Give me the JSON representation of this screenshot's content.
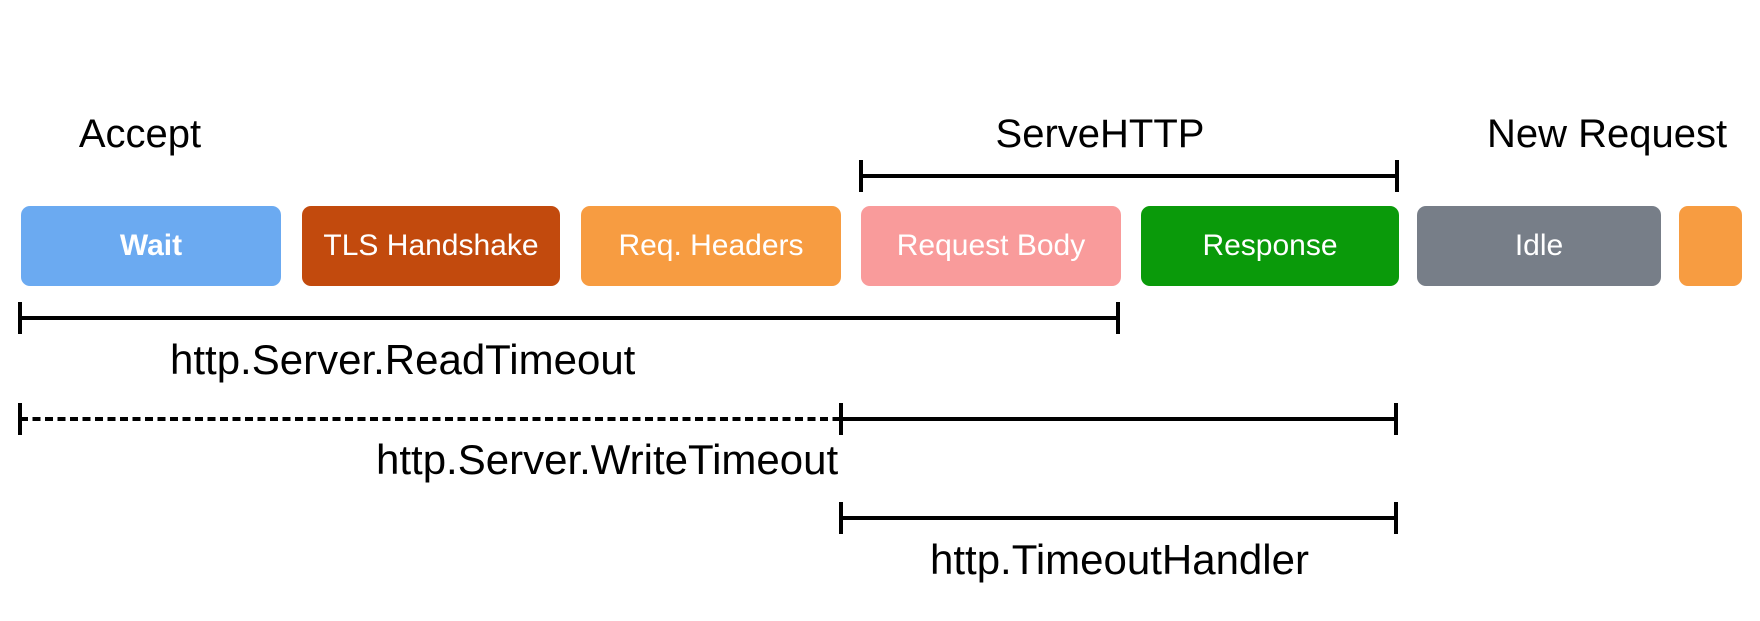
{
  "header": {
    "accept": "Accept",
    "serve_http": "ServeHTTP",
    "new_request": "New Request"
  },
  "phases": [
    {
      "label": "Wait",
      "color": "#6BAAF1"
    },
    {
      "label": "TLS Handshake",
      "color": "#C24A0D"
    },
    {
      "label": "Req. Headers",
      "color": "#F79C41"
    },
    {
      "label": "Request Body",
      "color": "#F99B9B"
    },
    {
      "label": "Response",
      "color": "#0A9A0A"
    },
    {
      "label": "Idle",
      "color": "#777E88"
    },
    {
      "label": "",
      "color": "#F79C41"
    }
  ],
  "timeouts": [
    {
      "label": "http.Server.ReadTimeout",
      "style": "solid"
    },
    {
      "label": "http.Server.WriteTimeout",
      "style": "dashed-then-solid"
    },
    {
      "label": "http.TimeoutHandler",
      "style": "solid"
    }
  ],
  "colors": {
    "background": "#FFFFFF",
    "line": "#000000",
    "box_text": "#FFFFFF",
    "label_text": "#000000"
  }
}
